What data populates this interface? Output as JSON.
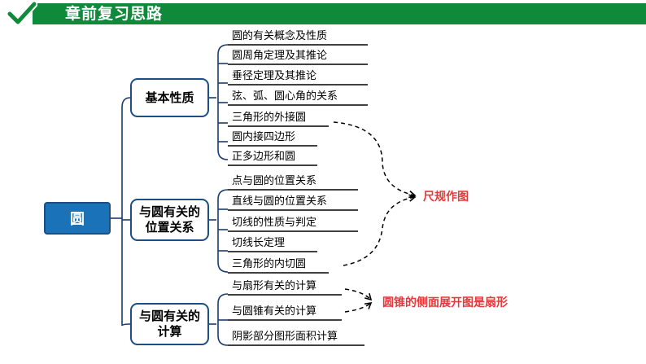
{
  "header": {
    "title": "章前复习思路",
    "check_icon": "checkmark-icon",
    "bar_color": "#0f8a3a"
  },
  "root": {
    "label": "圆",
    "color": "#1a73b8"
  },
  "categories": [
    {
      "label": "基本性质",
      "items": [
        "圆的有关概念及性质",
        "圆周角定理及其推论",
        "垂径定理及其推论",
        "弦、弧、圆心角的关系",
        "三角形的外接圆",
        "圆内接四边形",
        "正多边形和圆"
      ]
    },
    {
      "label": "与圆有关的位置关系",
      "items": [
        "点与圆的位置关系",
        "直线与圆的位置关系",
        "切线的性质与判定",
        "切线长定理",
        "三角形的内切圆"
      ]
    },
    {
      "label": "与圆有关的计算",
      "items": [
        "与扇形有关的计算",
        "与圆锥有关的计算",
        "阴影部分图形面积计算"
      ]
    }
  ],
  "notes": {
    "ruler": "尺规作图",
    "cone": "圆锥的侧面展开图是扇形",
    "color": "#e23b3b"
  },
  "line_color": "#1a3c6e"
}
